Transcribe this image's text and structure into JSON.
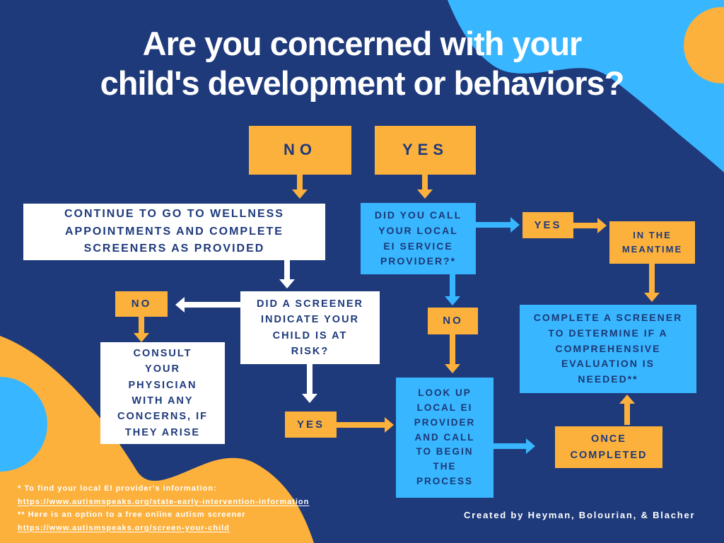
{
  "colors": {
    "background_navy": "#1e3a7b",
    "accent_yellow": "#fcb13c",
    "accent_light_blue": "#38b6ff",
    "text_white": "#ffffff",
    "text_navy": "#1e3a7b"
  },
  "title": "Are you concerned with your\nchild's development or behaviors?",
  "flowchart": {
    "no_top": "NO",
    "yes_top": "YES",
    "continue_wellness": "CONTINUE TO GO TO WELLNESS\nAPPOINTMENTS AND COMPLETE\nSCREENERS AS PROVIDED",
    "did_you_call": "DID YOU CALL\nYOUR LOCAL\nEI SERVICE\nPROVIDER?*",
    "yes_right": "YES",
    "in_the_meantime": "IN THE\nMEANTIME",
    "did_a_screener": "DID A SCREENER\nINDICATE YOUR\nCHILD IS AT\nRISK?",
    "no_left": "NO",
    "consult_physician": "CONSULT\nYOUR\nPHYSICIAN\nWITH ANY\nCONCERNS, IF\nTHEY ARISE",
    "yes_middle": "YES",
    "no_right": "NO",
    "look_up_provider": "LOOK UP\nLOCAL EI\nPROVIDER\nAND CALL\nTO BEGIN\nTHE\nPROCESS",
    "complete_screener": "COMPLETE A SCREENER\nTO DETERMINE IF A\nCOMPREHENSIVE\nEVALUATION IS\nNEEDED**",
    "once_completed": "ONCE\nCOMPLETED"
  },
  "footnotes": {
    "note1": "* To find your local EI provider's information:",
    "link1": "https://www.autismspeaks.org/state-early-intervention-information",
    "note2": "** Here is an option to a free online autism screener",
    "link2": "https://www.autismspeaks.org/screen-your-child"
  },
  "credit": "Created by Heyman, Bolourian, & Blacher"
}
